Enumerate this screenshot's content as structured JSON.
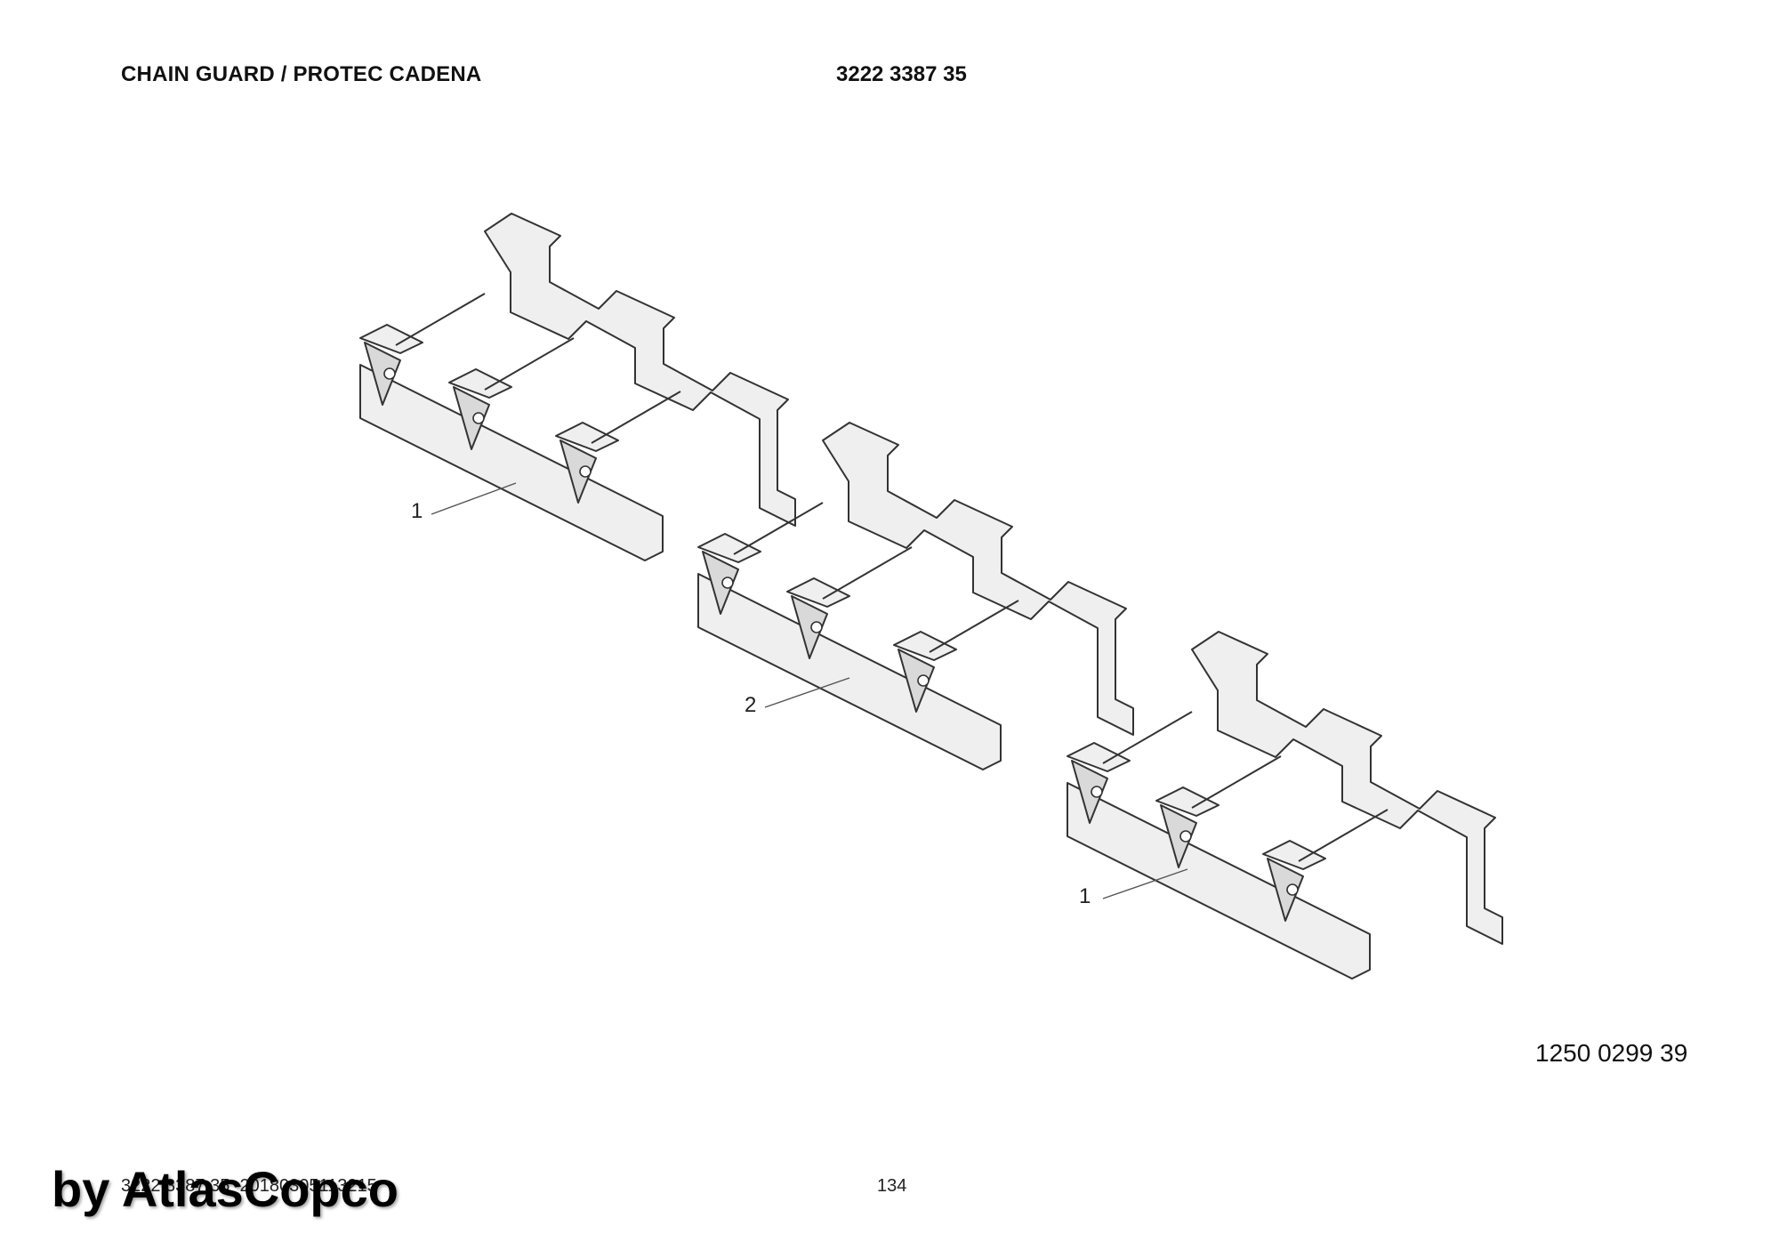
{
  "header": {
    "title": "CHAIN GUARD / PROTEC CADENA",
    "part_number": "3222 3387 35"
  },
  "drawing": {
    "callouts": [
      {
        "label": "1"
      },
      {
        "label": "2"
      },
      {
        "label": "1"
      }
    ],
    "drawing_number": "1250 0299 39"
  },
  "footer": {
    "document_code": "3222 3387 35_20180305113215",
    "page_number": "134",
    "watermark": "by AtlasCopco"
  }
}
